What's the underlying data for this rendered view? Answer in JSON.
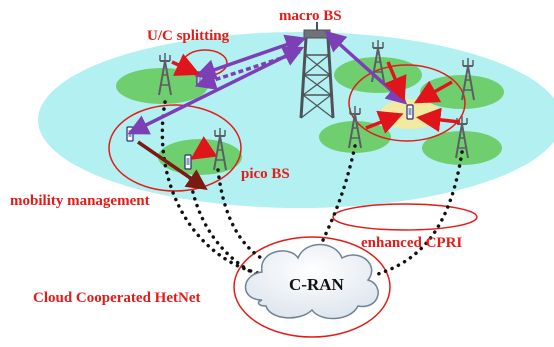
{
  "labels": {
    "macro_bs": "macro BS",
    "uc_splitting": "U/C splitting",
    "pico_bs": "pico BS",
    "mobility_management": "mobility management",
    "enhanced_cpri": "enhanced CPRI",
    "cloud_hetnet": "Cloud Cooperated HetNet",
    "c_ran": "C-RAN"
  },
  "colors": {
    "ellipse_fill": "#b3f0f2",
    "cell_green": "#6fcf6f",
    "highlight_yellow": "#f2eaa0",
    "label_red": "#e41b17",
    "arrow_red": "#e0141b",
    "arrow_purple": "#7d3fb5",
    "arrow_darkred": "#7a1a12",
    "dotted_black": "#111111",
    "tower_gray": "#5b5f63"
  }
}
